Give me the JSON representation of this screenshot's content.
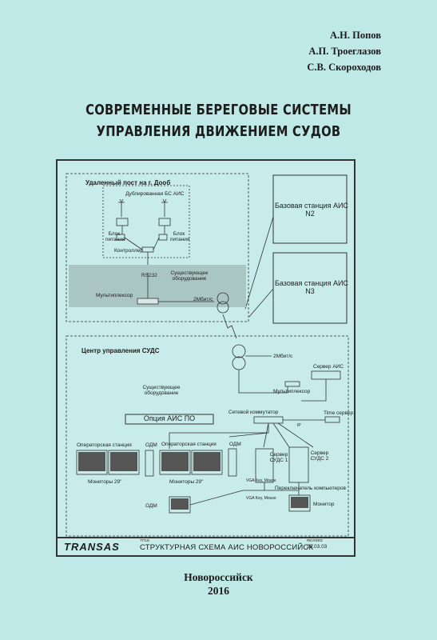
{
  "authors": [
    "А.Н. Попов",
    "А.П. Троеглазов",
    "С.В. Скороходов"
  ],
  "title_lines": [
    "СОВРЕМЕННЫЕ БЕРЕГОВЫЕ СИСТЕМЫ",
    "УПРАВЛЕНИЯ ДВИЖЕНИЕМ СУДОВ"
  ],
  "diagram": {
    "remote_post": "Удаленный пост на г. Дооб",
    "dup_bs": "Дублированная БС АИС",
    "psu_left": "Блок питания",
    "psu_right": "Блок питания",
    "controller": "Контроллер",
    "rs232": "RS232",
    "existing_eq": "Существующее оборудование",
    "multiplexer": "Мультиплексор",
    "mbit_top": "2Мбит/с",
    "base_n2_line1": "Базовая станция АИС",
    "base_n2_line2": "N2",
    "base_n3_line1": "Базовая станция АИС",
    "base_n3_line2": "N3",
    "center": "Центр управления СУДС",
    "mbit_center": "2Мбит/с",
    "ais_server": "Сервер АИС",
    "multiplexer_center": "Мультиплексор",
    "existing_eq_center": "Существующее оборудование",
    "ais_option": "Опция АИС ПО",
    "network_switch": "Сетевой коммутатор",
    "time_server": "Time сервер",
    "operator_station_1": "Операторская станция",
    "operator_station_2": "Операторская станция",
    "odm_1": "ОДМ",
    "odm_2": "ОДМ",
    "odm_3": "ОДМ",
    "server_suds_1": "Сервер СУДС 1",
    "server_suds_2": "Сервер СУДС 2",
    "monitors_1": "Мониторы 29\"",
    "monitors_2": "Мониторы 29\"",
    "kvm_switch": "Переключатель компьютеров",
    "vga_1": "VGA Key, Mouse",
    "vga_2": "VGA Key, Mouse",
    "monitor": "Монитор",
    "ip": "IP"
  },
  "stamp": {
    "logo": "TRANSAS",
    "title_small": "TITLE",
    "title": "СТРУКТУРНАЯ СХЕМА АИС НОВОРОССИЙСК",
    "revised": "REVISED",
    "date": "28.03.03"
  },
  "publisher": {
    "city": "Новороссийск",
    "year": "2016"
  }
}
